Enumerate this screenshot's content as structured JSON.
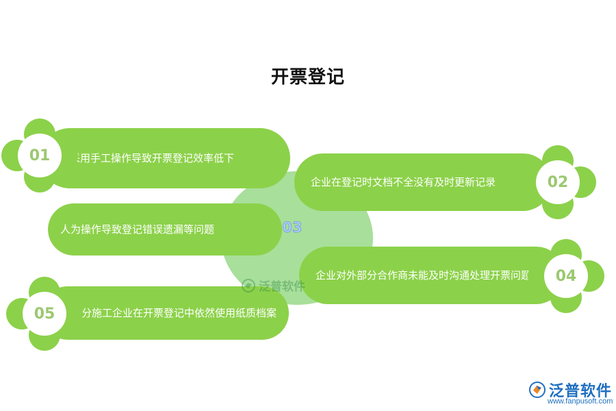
{
  "title": "开票登记",
  "center": {
    "label": "03",
    "text": "人为操作导致登记错误遗漏等问题"
  },
  "items": [
    {
      "number": "01",
      "text": "采用手工操作导致开票登记效率低下"
    },
    {
      "number": "02",
      "text": "企业在登记时文档不全没有及时更新记录"
    },
    {
      "number": "04",
      "text": "企业对外部分合作商未能及时沟通处理开票问题"
    },
    {
      "number": "05",
      "text": "部分施工企业在开票登记中依然使用纸质档案"
    }
  ],
  "watermark": {
    "text": "泛普软件"
  },
  "logo": {
    "text": "泛普软件",
    "url": "www.fanpusoft.com"
  },
  "colors": {
    "pill": "#8cd14a",
    "center_circle": "#a8df9a",
    "number_text": "#9cc870",
    "brand": "#1f6fbf"
  }
}
